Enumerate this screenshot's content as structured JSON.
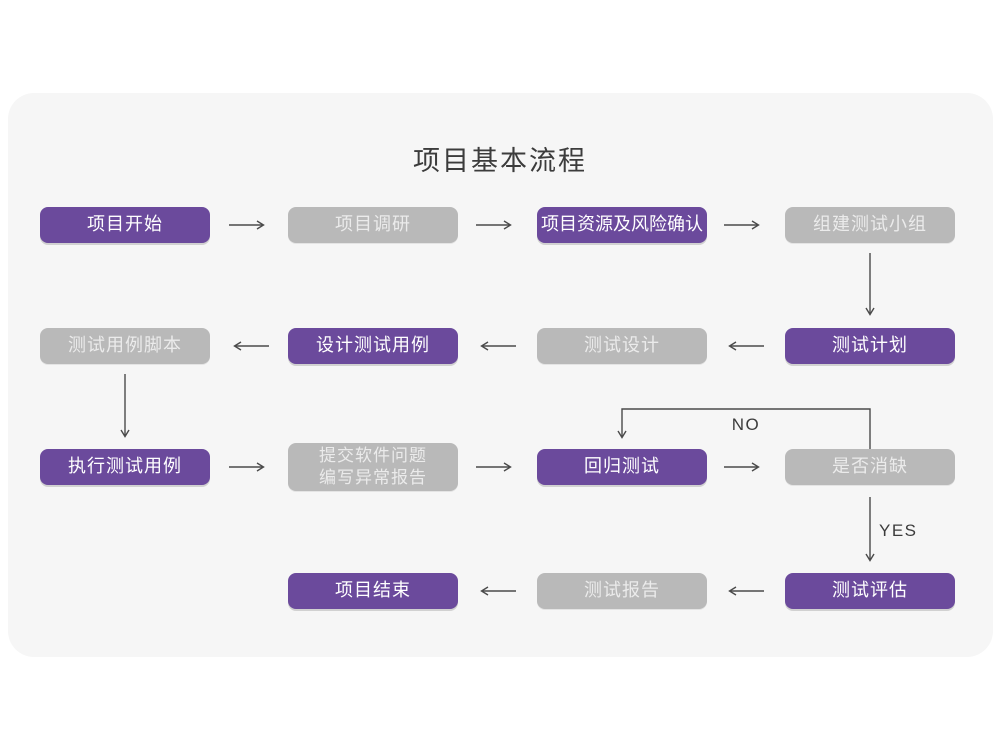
{
  "page": {
    "title": "项目基本流程"
  },
  "colors": {
    "primary_node": "#6b4a9c",
    "secondary_node": "#b9b9b9",
    "primary_text": "#ffffff",
    "secondary_text": "#ebebeb",
    "arrow": "#4a4a4a",
    "title": "#3c3c3c",
    "panel_background": "#f6f6f6",
    "page_background": "#ffffff"
  },
  "flowchart": {
    "nodes": [
      {
        "name": "project-start",
        "label": "项目开始",
        "type": "primary"
      },
      {
        "name": "project-research",
        "label": "项目调研",
        "type": "secondary"
      },
      {
        "name": "resource-risk-confirm",
        "label": "项目资源及风险确认",
        "type": "primary"
      },
      {
        "name": "form-test-team",
        "label": "组建测试小组",
        "type": "secondary"
      },
      {
        "name": "test-plan",
        "label": "测试计划",
        "type": "primary"
      },
      {
        "name": "test-design",
        "label": "测试设计",
        "type": "secondary"
      },
      {
        "name": "design-test-cases",
        "label": "设计测试用例",
        "type": "primary"
      },
      {
        "name": "test-case-script",
        "label": "测试用例脚本",
        "type": "secondary"
      },
      {
        "name": "execute-test-cases",
        "label": "执行测试用例",
        "type": "primary"
      },
      {
        "name": "submit-issue-report",
        "label": "提交软件问题\n编写异常报告",
        "type": "secondary"
      },
      {
        "name": "regression-test",
        "label": "回归测试",
        "type": "primary"
      },
      {
        "name": "defect-cleared",
        "label": "是否消缺",
        "type": "secondary"
      },
      {
        "name": "test-evaluation",
        "label": "测试评估",
        "type": "primary"
      },
      {
        "name": "test-report",
        "label": "测试报告",
        "type": "secondary"
      },
      {
        "name": "project-end",
        "label": "项目结束",
        "type": "primary"
      }
    ],
    "edge_labels": {
      "no": "NO",
      "yes": "YES"
    }
  }
}
